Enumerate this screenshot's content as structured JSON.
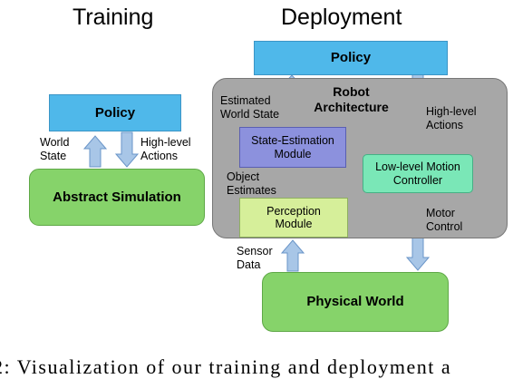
{
  "headings": {
    "training": "Training",
    "deployment": "Deployment"
  },
  "training": {
    "policy": "Policy",
    "abstract_sim": "Abstract Simulation",
    "world_state": "World\nState",
    "high_level_actions": "High-level\nActions"
  },
  "deployment": {
    "policy": "Policy",
    "robot_architecture": "Robot\nArchitecture",
    "estimated_world_state": "Estimated\nWorld State",
    "state_estimation": "State-Estimation\nModule",
    "object_estimates": "Object\nEstimates",
    "perception": "Perception\nModule",
    "sensor_data": "Sensor\nData",
    "high_level_actions": "High-level\nActions",
    "low_level_controller": "Low-level Motion\nController",
    "motor_control": "Motor\nControl",
    "physical_world": "Physical World"
  },
  "caption": "2: Visualization of our training and deployment a",
  "colors": {
    "policy_blue": "#4fb8ea",
    "sim_green": "#86d36a",
    "robot_gray": "#a7a7a7",
    "state_est_purple": "#8c91dd",
    "perception_yellow": "#d6ef9a",
    "controller_mint": "#7ae7b7",
    "arrow_fill": "#a8c6e7",
    "arrow_stroke": "#6a95c8"
  }
}
